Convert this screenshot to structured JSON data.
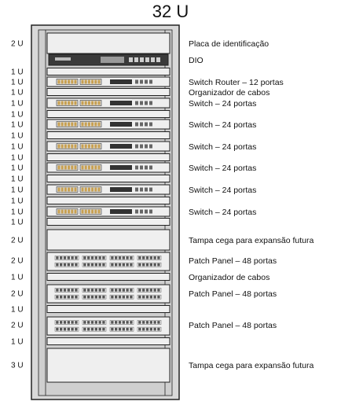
{
  "title": "32 U",
  "rows": [
    {
      "u": "2 U",
      "label": "Placa de identificação"
    },
    {
      "u": "",
      "label": "DIO"
    },
    {
      "u": "1 U",
      "label": ""
    },
    {
      "u": "1 U",
      "label": "Switch Router – 12 portas"
    },
    {
      "u": "1 U",
      "label": "Organizador de cabos"
    },
    {
      "u": "1 U",
      "label": "Switch – 24 portas"
    },
    {
      "u": "1 U",
      "label": ""
    },
    {
      "u": "1 U",
      "label": "Switch – 24 portas"
    },
    {
      "u": "1 U",
      "label": ""
    },
    {
      "u": "1 U",
      "label": "Switch – 24 portas"
    },
    {
      "u": "1 U",
      "label": ""
    },
    {
      "u": "1 U",
      "label": "Switch – 24 portas"
    },
    {
      "u": "1 U",
      "label": ""
    },
    {
      "u": "1 U",
      "label": "Switch – 24 portas"
    },
    {
      "u": "1 U",
      "label": ""
    },
    {
      "u": "1 U",
      "label": "Switch – 24 portas"
    },
    {
      "u": "1 U",
      "label": ""
    },
    {
      "u": "2 U",
      "label": "Tampa cega para expansão futura"
    },
    {
      "u": "2 U",
      "label": "Patch Panel – 48 portas"
    },
    {
      "u": "1 U",
      "label": "Organizador de cabos"
    },
    {
      "u": "2 U",
      "label": "Patch Panel – 48 portas"
    },
    {
      "u": "1 U",
      "label": ""
    },
    {
      "u": "2 U",
      "label": "Patch Panel – 48 portas"
    },
    {
      "u": "1 U",
      "label": ""
    },
    {
      "u": "3 U",
      "label": "Tampa cega para expansão futura"
    }
  ],
  "colors": {
    "frame": "#d9d9d9",
    "device": "#efefef",
    "stroke": "#222222",
    "port": "#555555",
    "dark": "#333333",
    "amber": "#c8a050"
  }
}
